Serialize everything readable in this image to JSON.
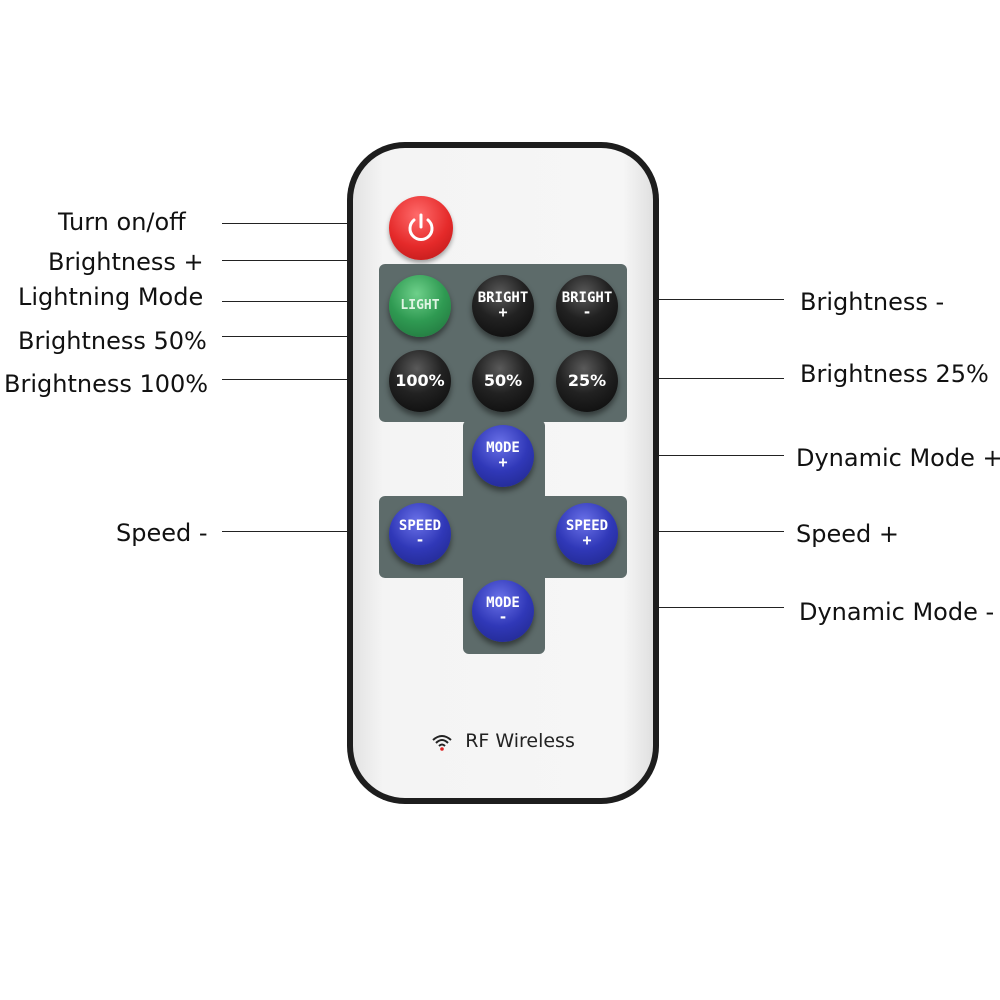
{
  "annotations": {
    "turn_on_off": "Turn on/off",
    "brightness_plus": "Brightness +",
    "lightning_mode": "Lightning Mode",
    "brightness_50": "Brightness 50%",
    "brightness_100": "Brightness 100%",
    "speed_minus": "Speed -",
    "brightness_minus": "Brightness -",
    "brightness_25": "Brightness 25%",
    "dynamic_mode_plus": "Dynamic Mode +",
    "speed_plus": "Speed +",
    "dynamic_mode_minus": "Dynamic Mode -"
  },
  "remote": {
    "power_icon": "power-icon",
    "light": "LIGHT",
    "bright_plus": [
      "BRIGHT",
      "+"
    ],
    "bright_minus": [
      "BRIGHT",
      "-"
    ],
    "b100": "100%",
    "b50": "50%",
    "b25": "25%",
    "mode_plus": [
      "MODE",
      "+"
    ],
    "mode_minus": [
      "MODE",
      "-"
    ],
    "speed_minus": [
      "SPEED",
      "-"
    ],
    "speed_plus": [
      "SPEED",
      "+"
    ],
    "rf_label": "RF Wireless",
    "rf_icon": "wireless-signal-icon"
  },
  "colors": {
    "power": "#e52a2a",
    "light": "#2f9a52",
    "mode_speed": "#3038b8",
    "panel": "#5d6b6a"
  }
}
